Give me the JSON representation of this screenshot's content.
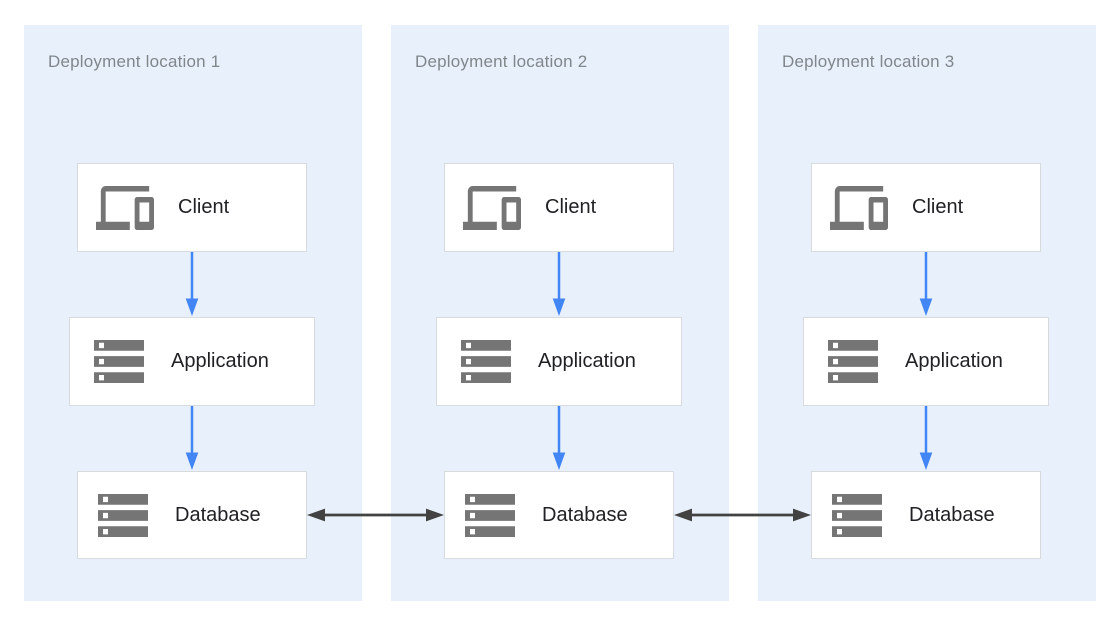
{
  "diagram": {
    "type": "architecture-diagram",
    "panels": [
      {
        "title": "Deployment location 1",
        "nodes": [
          {
            "id": "client",
            "label": "Client",
            "icon": "devices-icon"
          },
          {
            "id": "application",
            "label": "Application",
            "icon": "server-stack-icon"
          },
          {
            "id": "database",
            "label": "Database",
            "icon": "server-stack-icon"
          }
        ]
      },
      {
        "title": "Deployment location 2",
        "nodes": [
          {
            "id": "client",
            "label": "Client",
            "icon": "devices-icon"
          },
          {
            "id": "application",
            "label": "Application",
            "icon": "server-stack-icon"
          },
          {
            "id": "database",
            "label": "Database",
            "icon": "server-stack-icon"
          }
        ]
      },
      {
        "title": "Deployment location 3",
        "nodes": [
          {
            "id": "client",
            "label": "Client",
            "icon": "devices-icon"
          },
          {
            "id": "application",
            "label": "Application",
            "icon": "server-stack-icon"
          },
          {
            "id": "database",
            "label": "Database",
            "icon": "server-stack-icon"
          }
        ]
      }
    ],
    "connections": [
      {
        "panel": 1,
        "from": "client",
        "to": "application",
        "direction": "down",
        "arrow": "single"
      },
      {
        "panel": 1,
        "from": "application",
        "to": "database",
        "direction": "down",
        "arrow": "single"
      },
      {
        "panel": 2,
        "from": "client",
        "to": "application",
        "direction": "down",
        "arrow": "single"
      },
      {
        "panel": 2,
        "from": "application",
        "to": "database",
        "direction": "down",
        "arrow": "single"
      },
      {
        "panel": 3,
        "from": "client",
        "to": "application",
        "direction": "down",
        "arrow": "single"
      },
      {
        "panel": 3,
        "from": "application",
        "to": "database",
        "direction": "down",
        "arrow": "single"
      },
      {
        "from": "database-1",
        "to": "database-2",
        "arrow": "double",
        "direction": "horizontal"
      },
      {
        "from": "database-2",
        "to": "database-3",
        "arrow": "double",
        "direction": "horizontal"
      }
    ],
    "colors": {
      "panel_background": "#E8F1FB",
      "node_background": "#FFFFFF",
      "node_border": "#D8DBDE",
      "icon_gray": "#757575",
      "title_text": "#80868B",
      "label_text": "#202124",
      "arrow_blue": "#4285F4",
      "arrow_dark": "#424242"
    }
  }
}
